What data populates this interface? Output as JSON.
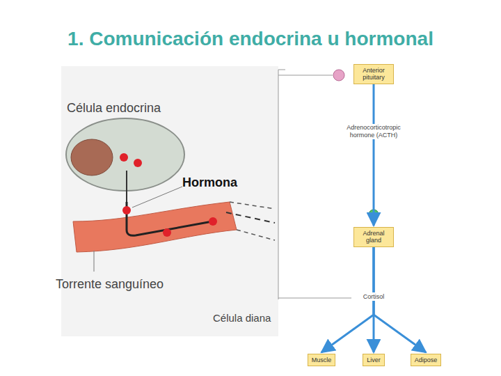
{
  "diagram": {
    "title": "1. Comunicación endocrina u hormonal",
    "nodes": [
      {
        "text": [
          "Anterior pituitary"
        ]
      },
      {
        "text": [
          "Adrenal gland"
        ]
      },
      {
        "text": [
          "Muscle"
        ]
      },
      {
        "text": [
          "Liver"
        ]
      },
      {
        "text": [
          "Adipose"
        ]
      }
    ],
    "edges": [
      {
        "from": 0,
        "to": 1,
        "arrow": "to",
        "label": "Adrenocorticotropic hormone (ACTH)"
      },
      {
        "from": 1,
        "to": 2,
        "arrow": "to"
      },
      {
        "from": 1,
        "to": 3,
        "arrow": "to"
      },
      {
        "from": 1,
        "to": 4,
        "arrow": "to"
      }
    ],
    "labels": [
      "Célula endocrina",
      "Hormona",
      "Torrente sanguíneo",
      "Célula diana",
      "Cortisol"
    ]
  }
}
